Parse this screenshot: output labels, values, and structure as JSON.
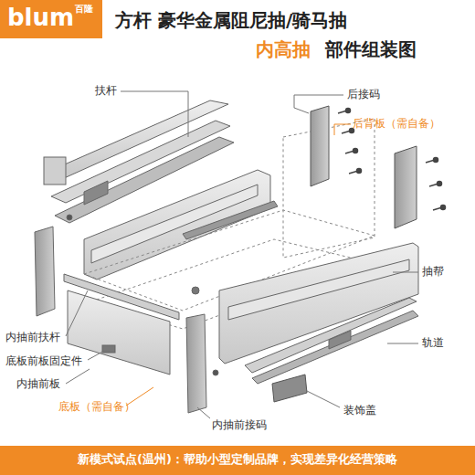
{
  "diagram": {
    "title": "方杆 豪华金属阻尼抽/骑马抽",
    "caption": "新模式试点(温州)：帮助小型定制品牌，实现差异化经营策略",
    "labels": [
      "blum",
      "百隆",
      "内高抽",
      "部件组装图",
      "扶杆",
      "后接码",
      "后背板（需自备）",
      "抽帮",
      "内抽前扶杆",
      "底板前板固定件",
      "内抽前板",
      "底板（需自备）",
      "内抽前接码",
      "轨道",
      "装饰盖"
    ]
  }
}
